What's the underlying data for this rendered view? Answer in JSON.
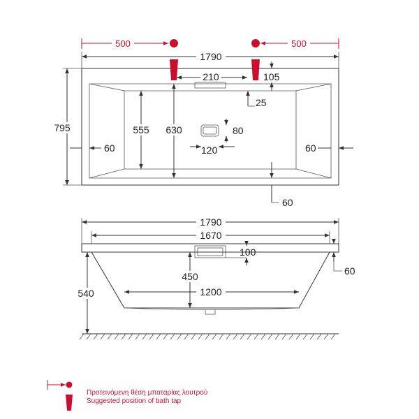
{
  "dimensions": {
    "top_overall_length": "1790",
    "tap_offset_left": "500",
    "tap_offset_right": "500",
    "overall_width": "795",
    "inner_width_555": "555",
    "inner_width_630": "630",
    "drain_spacing": "210",
    "rim_105": "105",
    "rim_25": "25",
    "waste_height": "80",
    "waste_width": "120",
    "rim_left": "60",
    "rim_right": "60",
    "rim_bottom": "60",
    "side_overall_length": "1790",
    "side_inner_length": "1670",
    "side_100": "100",
    "side_rim": "60",
    "side_height": "540",
    "side_depth": "450",
    "side_bottom_length": "1200"
  },
  "legend": {
    "label_greek": "Προτεινόμενη θέση μπαταρίας λουτρού",
    "label_english": "Suggested position of bath tap"
  },
  "colors": {
    "accent_red": "#c8102e",
    "line": "#333333"
  }
}
